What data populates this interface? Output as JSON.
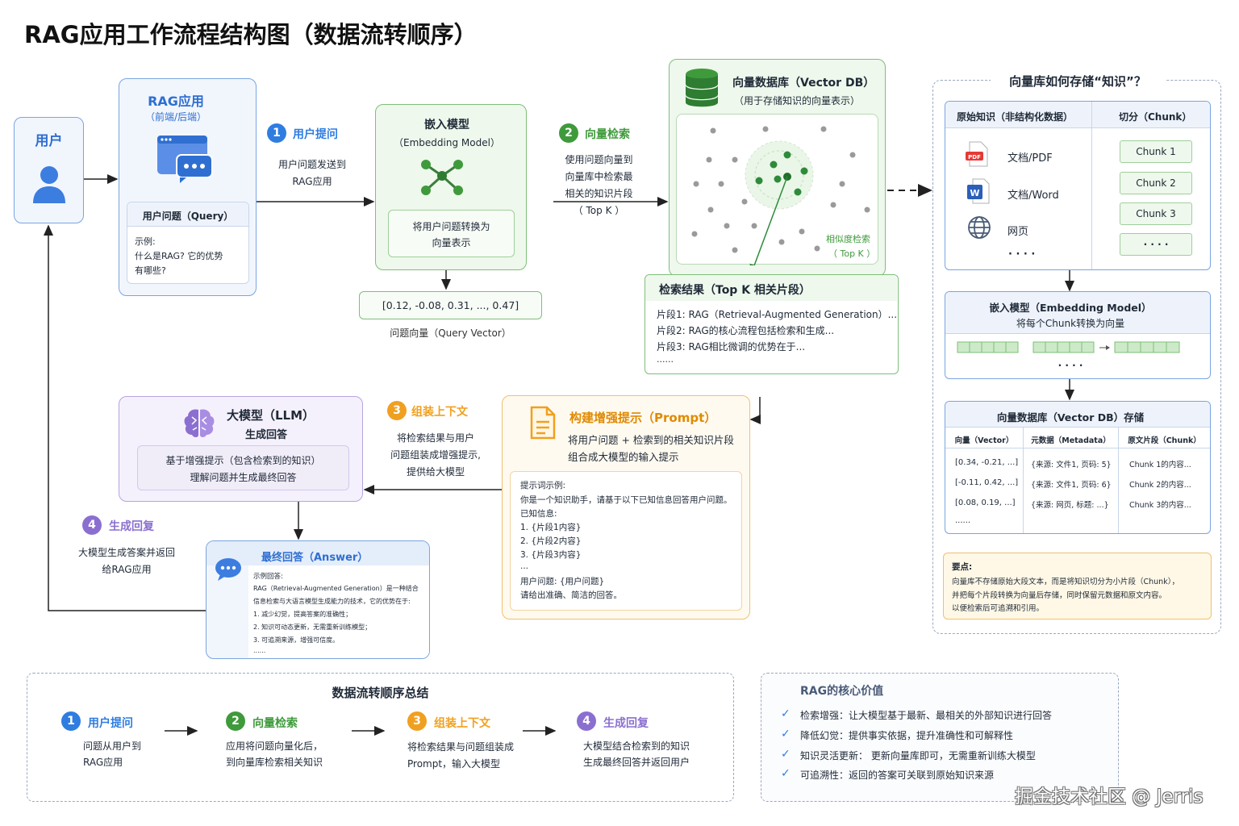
{
  "title": "RAG应用工作流程结构图（数据流转顺序）",
  "user": {
    "label": "用户"
  },
  "rag_app": {
    "title": "RAG应用",
    "subtitle": "（前端/后端）",
    "query_title": "用户问题（Query）",
    "example_label": "示例:",
    "example_text_1": "什么是RAG? 它的优势",
    "example_text_2": "有哪些?"
  },
  "steps": {
    "s1": {
      "num": "1",
      "label": "用户提问",
      "desc_1": "用户问题发送到",
      "desc_2": "RAG应用"
    },
    "s2": {
      "num": "2",
      "label": "向量检索",
      "desc_1": "使用问题向量到",
      "desc_2": "向量库中检索最",
      "desc_3": "相关的知识片段",
      "desc_4": "（ Top K ）"
    },
    "s3": {
      "num": "3",
      "label": "组装上下文",
      "desc_1": "将检索结果与用户",
      "desc_2": "问题组装成增强提示,",
      "desc_3": "提供给大模型"
    },
    "s4": {
      "num": "4",
      "label": "生成回复",
      "desc_1": "大模型生成答案并返回",
      "desc_2": "给RAG应用"
    }
  },
  "embedding": {
    "title": "嵌入模型",
    "subtitle": "（Embedding Model）",
    "inner_1": "将用户问题转换为",
    "inner_2": "向量表示",
    "vector": "[0.12,  -0.08,  0.31,  ...,  0.47]",
    "vector_caption": "问题向量（Query Vector）"
  },
  "vector_db": {
    "title": "向量数据库（Vector DB）",
    "subtitle": "（用于存储知识的向量表示）",
    "similarity_1": "相似度检索",
    "similarity_2": "（ Top K ）"
  },
  "results": {
    "title": "检索结果（Top K 相关片段）",
    "line_1": "片段1:  RAG（Retrieval-Augmented Generation）...",
    "line_2": "片段2:  RAG的核心流程包括检索和生成...",
    "line_3": "片段3:  RAG相比微调的优势在于...",
    "line_4": "......"
  },
  "prompt": {
    "title": "构建增强提示（Prompt）",
    "desc_1": "将用户问题 + 检索到的相关知识片段",
    "desc_2": "组合成大模型的输入提示",
    "ex_title": "提示词示例:",
    "ex_1": "你是一个知识助手，请基于以下已知信息回答用户问题。",
    "ex_2": "已知信息:",
    "ex_3": "1. {片段1内容}",
    "ex_4": "2. {片段2内容}",
    "ex_5": "3. {片段3内容}",
    "ex_6": "...",
    "ex_7": "用户问题: {用户问题}",
    "ex_8": "请给出准确、简洁的回答。"
  },
  "llm": {
    "title": "大模型（LLM）",
    "subtitle": "生成回答",
    "inner_1": "基于增强提示（包含检索到的知识）",
    "inner_2": "理解问题并生成最终回答"
  },
  "answer": {
    "title": "最终回答（Answer）",
    "line_1": "示例回答:",
    "line_2": "RAG（Retrieval-Augmented Generation）是一种结合",
    "line_3": "信息检索与大语言模型生成能力的技术，它的优势在于:",
    "line_4": "1. 减少幻觉，提高答案的准确性；",
    "line_5": "2. 知识可动态更新，无需重新训练模型；",
    "line_6": "3. 可追溯来源，增强可信度。",
    "line_7": "......"
  },
  "storage": {
    "title": "向量库如何存储“知识”？",
    "raw_header": "原始知识（非结构化数据）",
    "chunk_header": "切分（Chunk）",
    "docs": [
      "文档/PDF",
      "文档/Word",
      "网页"
    ],
    "docs_more": "· · · ·",
    "chunks": [
      "Chunk 1",
      "Chunk 2",
      "Chunk 3",
      "· · · ·"
    ],
    "embed_title": "嵌入模型（Embedding Model）",
    "embed_desc": "将每个Chunk转换为向量",
    "embed_more": "· · · ·",
    "db_title": "向量数据库（Vector DB）存储",
    "columns": [
      "向量（Vector）",
      "元数据（Metadata）",
      "原文片段（Chunk）"
    ],
    "rows": [
      [
        "[0.34, -0.21, ...]",
        "{来源: 文件1, 页码: 5}",
        "Chunk 1的内容..."
      ],
      [
        "[-0.11, 0.42, ...]",
        "{来源: 文件1, 页码: 6}",
        "Chunk 2的内容..."
      ],
      [
        "[0.08, 0.19, ...]",
        "{来源: 网页, 标题: ...}",
        "Chunk 3的内容..."
      ]
    ],
    "rows_more": "......",
    "note_title": "要点:",
    "note_1": "向量库不存储原始大段文本，而是将知识切分为小片段（Chunk），",
    "note_2": "并把每个片段转换为向量后存储，同时保留元数据和原文内容。",
    "note_3": "以便检索后可追溯和引用。"
  },
  "summary": {
    "title": "数据流转顺序总结",
    "items": [
      {
        "num": "1",
        "label": "用户提问",
        "d1": "问题从用户到",
        "d2": "RAG应用"
      },
      {
        "num": "2",
        "label": "向量检索",
        "d1": "应用将问题向量化后，",
        "d2": "到向量库检索相关知识"
      },
      {
        "num": "3",
        "label": "组装上下文",
        "d1": "将检索结果与问题组装成",
        "d2": "Prompt，输入大模型"
      },
      {
        "num": "4",
        "label": "生成回复",
        "d1": "大模型结合检索到的知识",
        "d2": "生成最终回答并返回用户"
      }
    ]
  },
  "value": {
    "title": "RAG的核心价值",
    "items": [
      "检索增强：让大模型基于最新、最相关的外部知识进行回答",
      "降低幻觉：提供事实依据，提升准确性和可解释性",
      "知识灵活更新：  更新向量库即可，无需重新训练大模型",
      "可追溯性：返回的答案可关联到原始知识来源"
    ]
  },
  "watermark": "掘金技术社区 @ Jerris",
  "colors": {
    "step1": "#2f7de1",
    "step2": "#3f9a3c",
    "step3": "#f0a020",
    "step4": "#8b6fd0",
    "blue_text": "#2f6fd1",
    "green_dark": "#2e7d32"
  }
}
